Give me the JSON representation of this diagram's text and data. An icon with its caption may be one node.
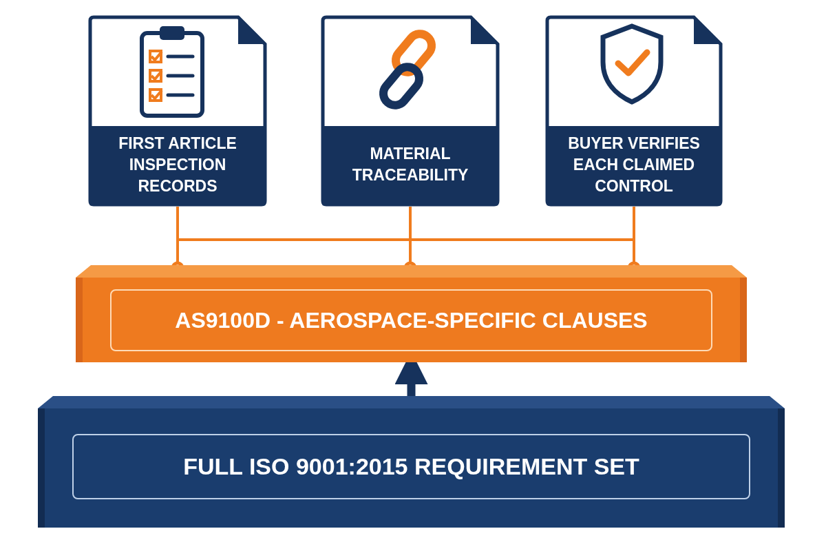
{
  "diagram": {
    "nodes": [
      {
        "text": [
          "FIRST ARTICLE INSPECTION RECORDS"
        ]
      },
      {
        "text": [
          "MATERIAL TRACEABILITY"
        ]
      },
      {
        "text": [
          "BUYER VERIFIES EACH CLAIMED CONTROL"
        ]
      },
      {
        "text": [
          "AS9100D - AEROSPACE-SPECIFIC CLAUSES"
        ]
      },
      {
        "text": [
          "FULL ISO 9001:2015 REQUIREMENT SET"
        ]
      }
    ],
    "edges": [
      {
        "from": 0,
        "to": 3,
        "arrow": "other"
      },
      {
        "from": 1,
        "to": 3,
        "arrow": "other"
      },
      {
        "from": 2,
        "to": 3,
        "arrow": "other"
      },
      {
        "from": 4,
        "to": 3,
        "arrow": "to",
        "style": "thick",
        "color": "#16325c"
      }
    ]
  }
}
